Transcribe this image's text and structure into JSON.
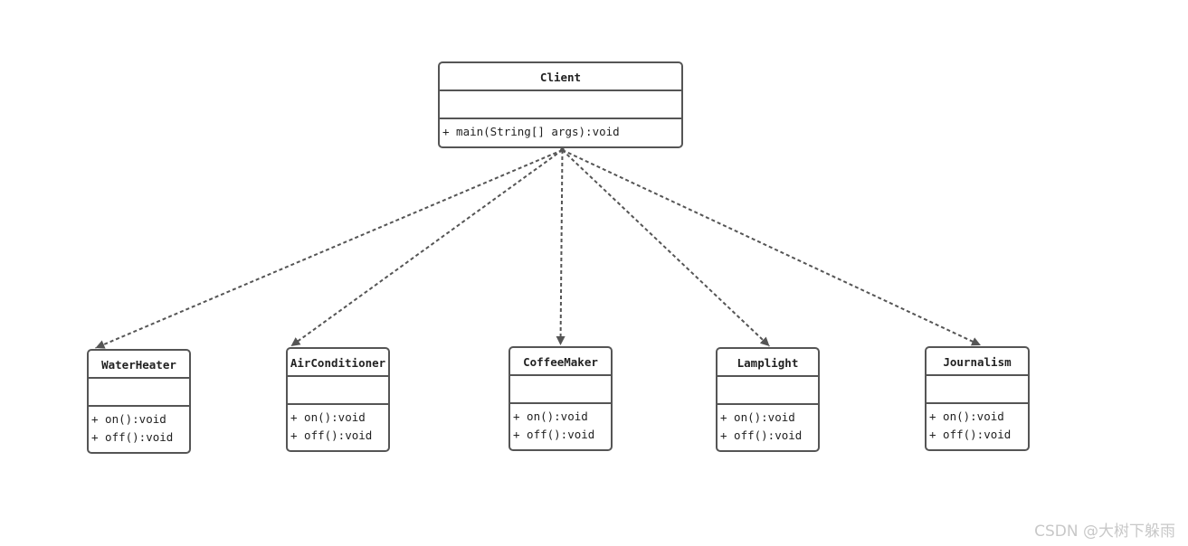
{
  "colors": {
    "line": "#555555",
    "text": "#222222",
    "watermark": "#c8c8c8"
  },
  "client": {
    "name": "Client",
    "operations": [
      "+ main(String[] args):void"
    ]
  },
  "classes": [
    {
      "name": "WaterHeater",
      "operations": [
        "+ on():void",
        "+ off():void"
      ]
    },
    {
      "name": "AirConditioner",
      "operations": [
        "+ on():void",
        "+ off():void"
      ]
    },
    {
      "name": "CoffeeMaker",
      "operations": [
        "+ on():void",
        "+ off():void"
      ]
    },
    {
      "name": "Lamplight",
      "operations": [
        "+ on():void",
        "+ off():void"
      ]
    },
    {
      "name": "Journalism",
      "operations": [
        "+ on():void",
        "+ off():void"
      ]
    }
  ],
  "watermark": "CSDN @大树下躲雨"
}
